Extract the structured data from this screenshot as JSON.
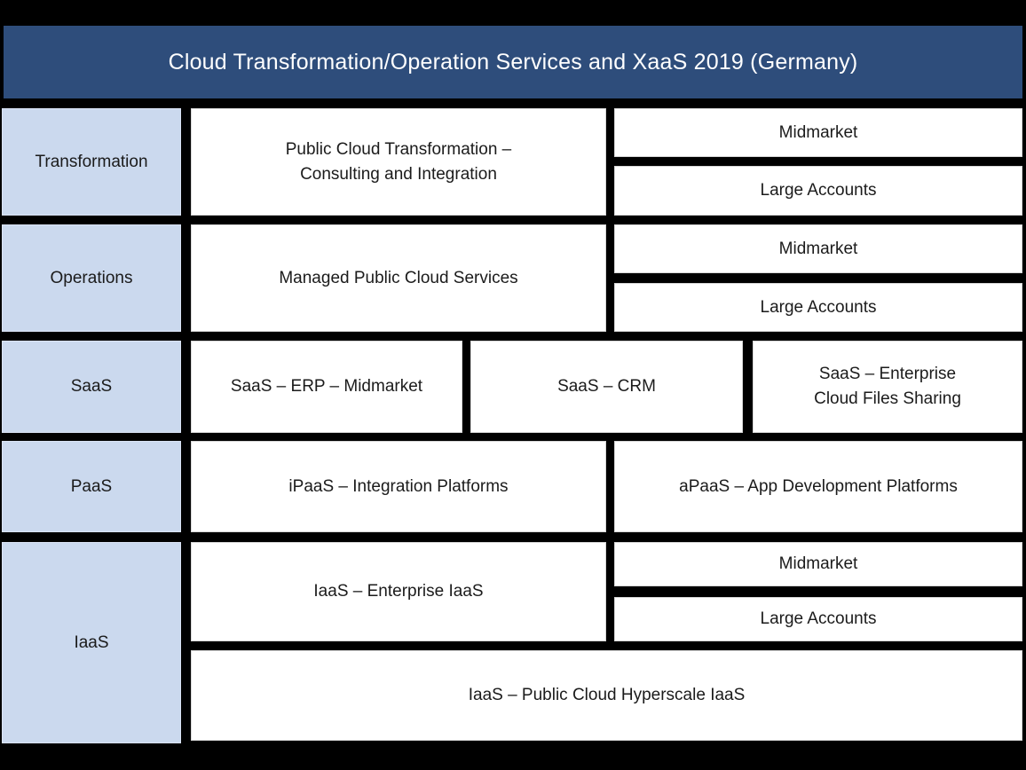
{
  "title": "Cloud Transformation/Operation Services and XaaS 2019 (Germany)",
  "colors": {
    "canvas_bg": "#000000",
    "header_bg": "#2e4d7b",
    "row_label_bg": "#cbd9ee",
    "cell_bg": "#ffffff",
    "cell_text": "#1b1b1b",
    "title_text": "#ffffff"
  },
  "row_labels": {
    "transformation": "Transformation",
    "operations": "Operations",
    "saas": "SaaS",
    "paas": "PaaS",
    "iaas": "IaaS"
  },
  "cells": {
    "transformation_service": "Public Cloud Transformation –\nConsulting and Integration",
    "transformation_midmarket": "Midmarket",
    "transformation_large_accounts": "Large Accounts",
    "operations_service": "Managed Public Cloud Services",
    "operations_midmarket": "Midmarket",
    "operations_large_accounts": "Large Accounts",
    "saas_erp_midmarket": "SaaS – ERP – Midmarket",
    "saas_crm": "SaaS – CRM",
    "saas_enterprise_cloud_files_sharing": "SaaS – Enterprise\nCloud Files Sharing",
    "paas_integration_platforms": "iPaaS – Integration Platforms",
    "paas_app_development_platforms": "aPaaS – App Development Platforms",
    "iaas_enterprise": "IaaS – Enterprise IaaS",
    "iaas_midmarket": "Midmarket",
    "iaas_large_accounts": "Large Accounts",
    "iaas_public_cloud_hyperscale": "IaaS – Public Cloud Hyperscale IaaS"
  }
}
